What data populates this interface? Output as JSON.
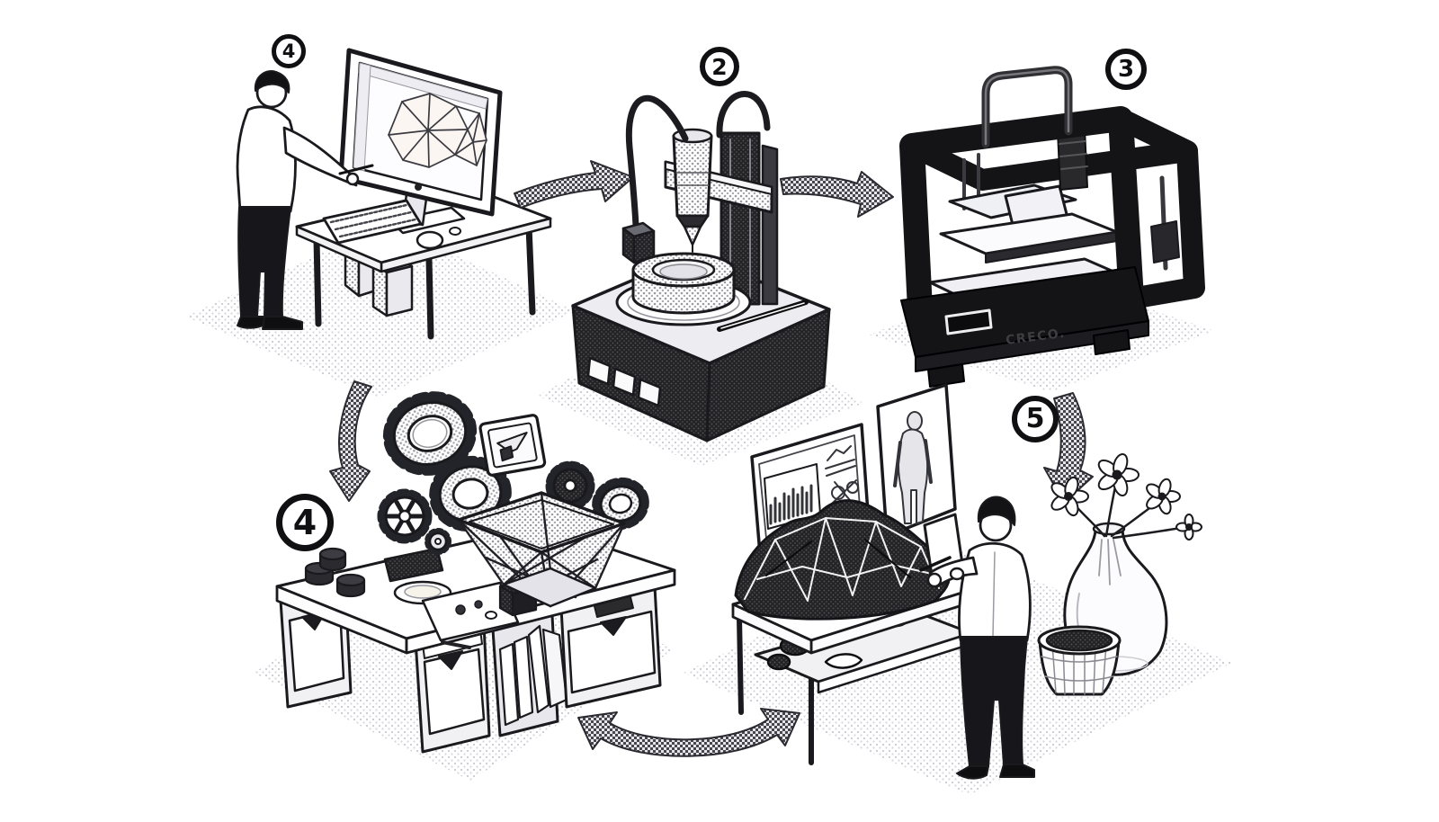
{
  "figure": {
    "title": "3D printing workflow illustration",
    "style": "black-and-white isometric halftone line art",
    "background_color": "#ffffff",
    "ink_color": "#1a1a1e",
    "floor_color": "#d9d9e0"
  },
  "badges": [
    {
      "label": "4"
    },
    {
      "label": "2"
    },
    {
      "label": "3"
    },
    {
      "label": "4"
    },
    {
      "label": "5"
    }
  ],
  "printer": {
    "brand_label": "CRECO."
  },
  "scenes": [
    {
      "name": "cad-design-workstation",
      "description": "Designer standing at a desktop computer with a triangulated 3D wireframe model on screen"
    },
    {
      "name": "probe-scanner-machine",
      "description": "Probe-arm machine over a cylindrical ring part on a halftone pedestal with three buttons"
    },
    {
      "name": "enclosed-3d-printer",
      "description": "Boxy 3D printer with top handle, filament tube, extruder carriage and print beds"
    },
    {
      "name": "workbench-with-gears-and-lattice-basket",
      "description": "Workbench with floating gears, a printed lattice basket, discs, plate and parts tray"
    },
    {
      "name": "inspection-of-printed-lattice",
      "description": "Engineer with tablet inspecting a large printed lattice mound beside wall charts, a flower vase and a woven pot"
    }
  ],
  "arrows": [
    {
      "name": "arrow-step1-to-step2",
      "direction": "right"
    },
    {
      "name": "arrow-step2-to-step3",
      "direction": "right"
    },
    {
      "name": "arrow-step1-to-step4",
      "direction": "down"
    },
    {
      "name": "arrow-step3-to-step5",
      "direction": "down"
    },
    {
      "name": "arrow-step4-step5-bidirectional",
      "direction": "both"
    }
  ]
}
